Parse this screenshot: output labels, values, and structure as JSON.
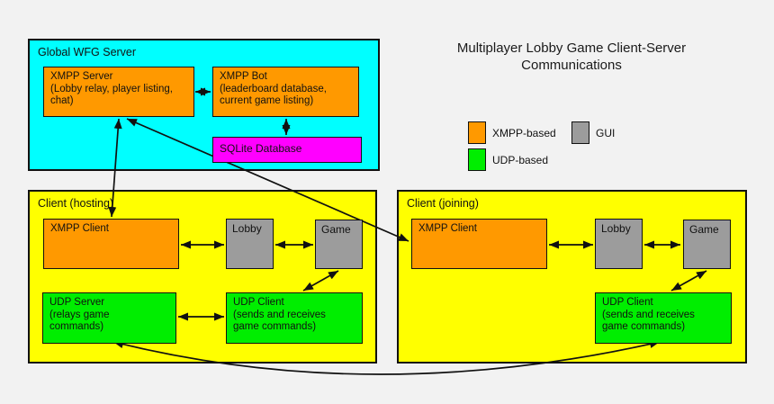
{
  "title": "Multiplayer Lobby Game Client-Server\nCommunications",
  "palette": {
    "cyan": "#00FFFF",
    "yellow": "#FFFF00",
    "orange": "#FF9900",
    "green": "#00EE00",
    "gray": "#9C9C9C",
    "magenta": "#FF00FF",
    "line": "#111111"
  },
  "legend": {
    "xmpp": {
      "label": "XMPP-based",
      "color": "#FF9900"
    },
    "gui": {
      "label": "GUI",
      "color": "#9C9C9C"
    },
    "udp": {
      "label": "UDP-based",
      "color": "#00EE00"
    }
  },
  "server": {
    "label": "Global WFG Server",
    "xmpp_server": "XMPP Server\n(Lobby relay, player listing,\nchat)",
    "xmpp_bot": "XMPP Bot\n(leaderboard database,\ncurrent game listing)",
    "sqlite": "SQLite Database"
  },
  "hosting": {
    "label": "Client (hosting)",
    "xmpp_client": "XMPP Client",
    "lobby": "Lobby",
    "game": "Game",
    "udp_server": "UDP Server\n(relays game\ncommands)",
    "udp_client": "UDP Client\n(sends and receives\ngame commands)"
  },
  "joining": {
    "label": "Client (joining)",
    "xmpp_client": "XMPP Client",
    "lobby": "Lobby",
    "game": "Game",
    "udp_client": "UDP Client\n(sends and receives\ngame commands)"
  }
}
